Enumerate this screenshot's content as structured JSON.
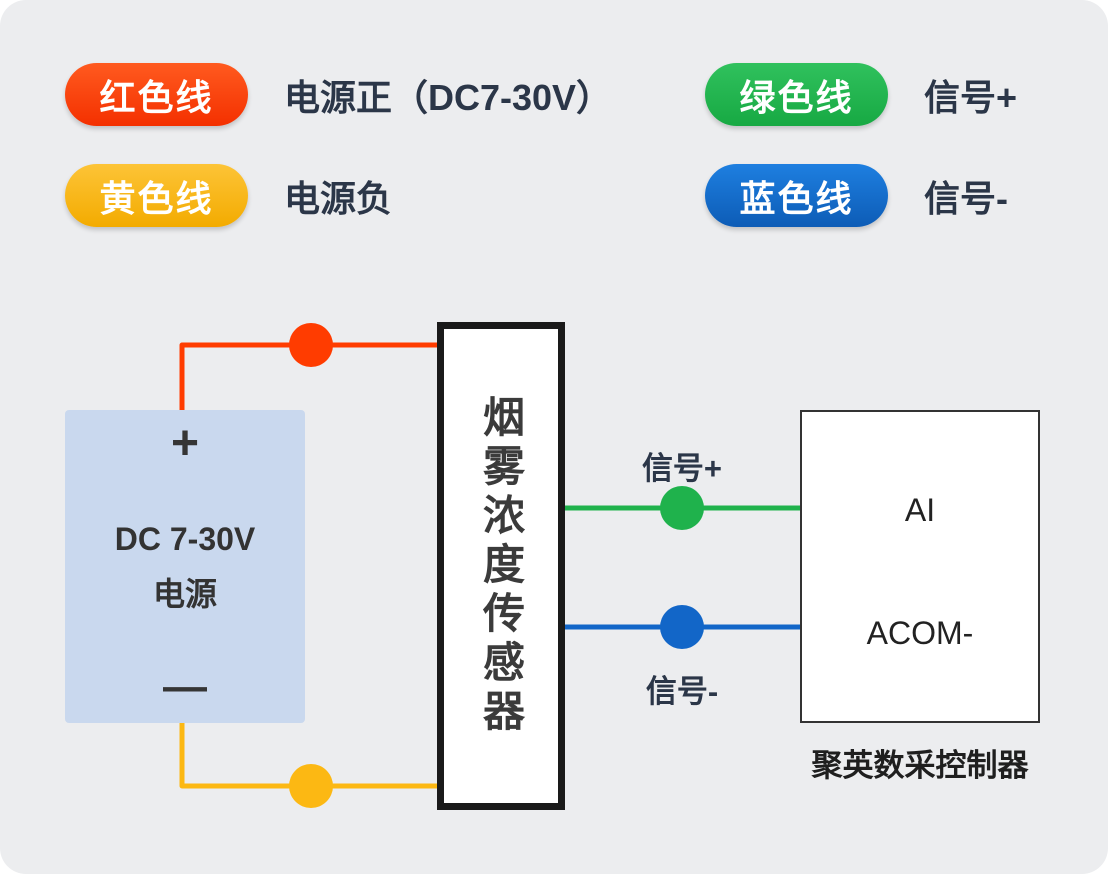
{
  "legend": {
    "red": {
      "badge": "红色线",
      "label": "电源正（DC7-30V）"
    },
    "yellow": {
      "badge": "黄色线",
      "label": "电源负"
    },
    "green": {
      "badge": "绿色线",
      "label": "信号+"
    },
    "blue": {
      "badge": "蓝色线",
      "label": "信号-"
    }
  },
  "diagram": {
    "power_supply": {
      "plus": "+",
      "name_line1": "DC 7-30V",
      "name_line2": "电源",
      "minus": "—"
    },
    "sensor": {
      "label": "烟雾浓度传感器"
    },
    "controller": {
      "terminal_ai": "AI",
      "terminal_acom": "ACOM-",
      "caption": "聚英数采控制器"
    },
    "wires": {
      "signal_plus_label": "信号+",
      "signal_minus_label": "信号-"
    }
  },
  "colors": {
    "red": "#ff3c00",
    "yellow": "#fcb813",
    "green": "#1fb24c",
    "blue": "#1266c8",
    "panel_bg": "#ecedef",
    "power_box_bg": "#c9d8ee"
  }
}
